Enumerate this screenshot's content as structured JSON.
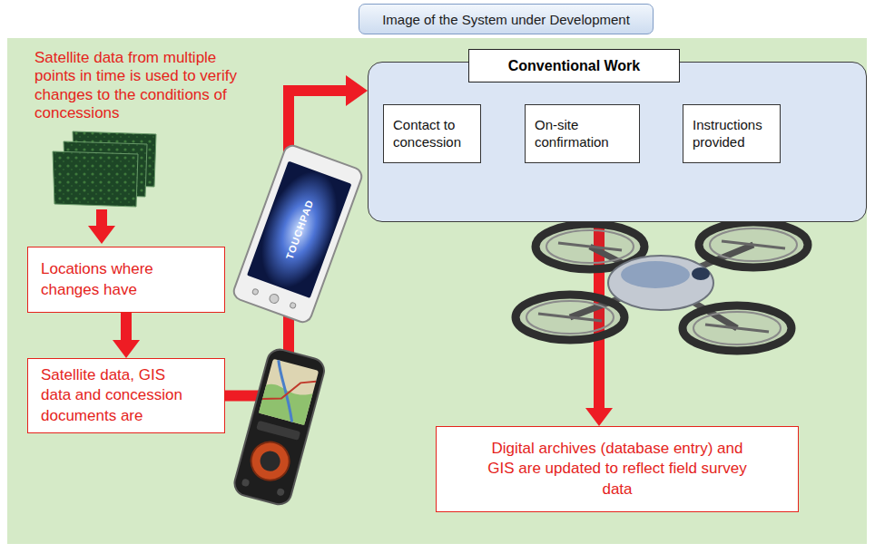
{
  "diagram": {
    "title": "Image of the System under Development",
    "nodes": [
      {
        "text": [
          "Conventional Work"
        ]
      },
      {
        "text": [
          "Contact to concession"
        ],
        "in": 0
      },
      {
        "text": [
          "On-site confirmation"
        ],
        "in": 0
      },
      {
        "text": [
          "Instructions provided"
        ],
        "in": 0
      },
      {
        "text": [
          "Locations where changes have"
        ]
      },
      {
        "text": [
          "Satellite data, GIS data and concession documents are"
        ]
      },
      {
        "text": [
          "Digital archives (database entry) and GIS are updated to reflect field survey data"
        ]
      }
    ],
    "edges": [
      {
        "from": 1,
        "to": 2,
        "arrow": "to"
      },
      {
        "from": 2,
        "to": 3,
        "arrow": "to"
      },
      {
        "from": 4,
        "to": 5,
        "arrow": "to"
      },
      {
        "from": 5,
        "to": 0,
        "arrow": "to"
      },
      {
        "from": 0,
        "to": 6,
        "arrow": "to"
      }
    ],
    "labels": [
      "Satellite data from multiple points in time is used to verify changes to the conditions of concessions",
      "TOUCHPAD"
    ]
  }
}
